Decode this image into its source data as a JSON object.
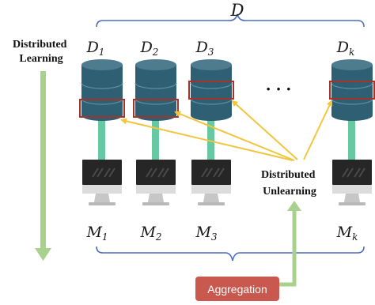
{
  "top_label": "D",
  "left_label": [
    "Distributed",
    "Learning"
  ],
  "center_label": [
    "Distributed",
    "Unlearning"
  ],
  "aggregation_label": "Aggregation",
  "ellipsis": "· · ·",
  "datasets": [
    {
      "name": "D",
      "sub": "1"
    },
    {
      "name": "D",
      "sub": "2"
    },
    {
      "name": "D",
      "sub": "3"
    },
    {
      "name": "D",
      "sub": "k"
    }
  ],
  "models": [
    {
      "name": "M",
      "sub": "1"
    },
    {
      "name": "M",
      "sub": "2"
    },
    {
      "name": "M",
      "sub": "3"
    },
    {
      "name": "M",
      "sub": "k"
    }
  ],
  "colors": {
    "cylinder_top": "#4e7c8e",
    "cylinder_body": "#2f5f73",
    "highlight_box": "#a3332b",
    "connector": "#66c9a2",
    "arrow_yellow": "#f2c53d",
    "arrow_green": "#a9d18e",
    "brace": "#4d6fbf",
    "monitor": "#262626",
    "aggregation_bg": "#c9594f"
  }
}
